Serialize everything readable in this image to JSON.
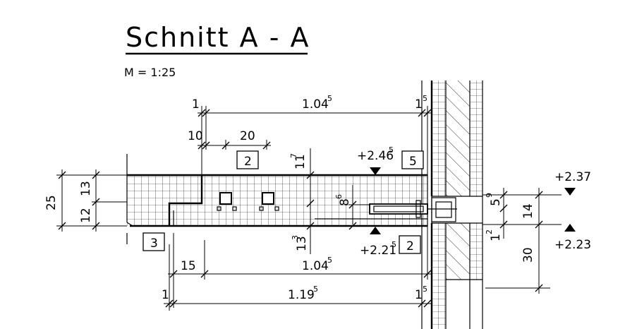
{
  "title": "Schnitt A - A",
  "scale": "M = 1:25",
  "dimensions": {
    "top_left_1": "1",
    "top_1045": "1.04",
    "top_1045_sup": "5",
    "top_right_1": "1",
    "top_right_1_sup": "5",
    "dim_10": "10",
    "dim_20": "20",
    "dim_11": "11",
    "dim_11_sup": "7",
    "left_25": "25",
    "left_13": "13",
    "left_12": "12",
    "dim_8": "8",
    "dim_8_sup": "6",
    "dim_13": "13",
    "dim_13_sup": "3",
    "dim_15": "15",
    "bottom_1045": "1.04",
    "bottom_1045_sup": "5",
    "bottom_left_1": "1",
    "bottom_1195": "1.19",
    "bottom_1195_sup": "5",
    "bottom_right_1": "1",
    "bottom_right_1_sup": "5",
    "right_5": "5",
    "right_5_sup": "9",
    "right_14": "14",
    "right_1": "1",
    "right_1_sup": "2",
    "right_30": "30"
  },
  "levels": {
    "top_slab": "+2.46",
    "top_slab_sup": "5",
    "bottom_slab": "+2.21",
    "bottom_slab_sup": "5",
    "right_top": "+2.37",
    "right_bottom": "+2.23"
  },
  "tags": {
    "tag_2_top": "2",
    "tag_5": "5",
    "tag_3": "3",
    "tag_2_bottom": "2"
  }
}
